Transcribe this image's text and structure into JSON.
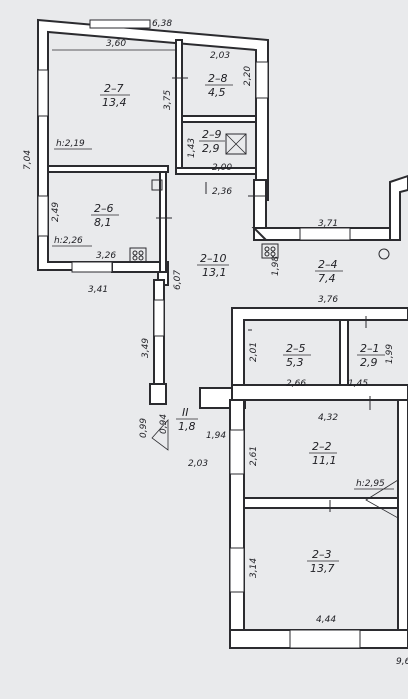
{
  "rooms": [
    {
      "code": "2–7",
      "area": "13,4"
    },
    {
      "code": "2–8",
      "area": "4,5"
    },
    {
      "code": "2–9",
      "area": "2,9"
    },
    {
      "code": "2–6",
      "area": "8,1"
    },
    {
      "code": "2–10",
      "area": "13,1"
    },
    {
      "code": "2–4",
      "area": "7,4"
    },
    {
      "code": "2–5",
      "area": "5,3"
    },
    {
      "code": "2–1",
      "area": "2,9"
    },
    {
      "code": "II",
      "area": "1,8"
    },
    {
      "code": "2–2",
      "area": "11,1"
    },
    {
      "code": "2–3",
      "area": "13,7"
    }
  ],
  "dimensions": {
    "top_total": "6,38",
    "d_360": "3,60",
    "d_203": "2,03",
    "d_220": "2,20",
    "d_375": "3,75",
    "d_143": "1,43",
    "d_200": "2,00",
    "d_236": "2,36",
    "d_704": "7,04",
    "d_249": "2,49",
    "d_326": "3,26",
    "d_341": "3,41",
    "d_607": "6,07",
    "d_371": "3,71",
    "d_198": "1,98",
    "d_376": "3,76",
    "d_349": "3,49",
    "d_201": "2,01",
    "d_266": "2,66",
    "d_145": "1,45",
    "d_199": "1,99",
    "d_099": "0,99",
    "d_094": "0,94",
    "d_194": "1,94",
    "d_203b": "2,03",
    "d_432": "4,32",
    "d_261": "2,61",
    "d_314": "3,14",
    "d_444": "4,44",
    "d_edge": "9,6"
  },
  "heights": {
    "h1": "h:2,19",
    "h2": "h:2,26",
    "h3": "h:2,95"
  }
}
